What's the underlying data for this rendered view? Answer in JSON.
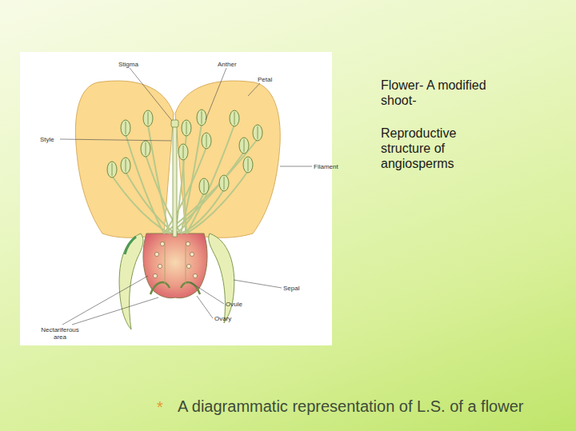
{
  "diagram": {
    "caption": "A diagrammatic representation of L.S. of a flower",
    "labels": [
      "Stigma",
      "Anther",
      "Petal",
      "Style",
      "Filament",
      "Sepal",
      "Ovule",
      "Ovary",
      "Nectariferous area",
      "Flower- A modified shoot-",
      "Reproductive structure of angiosperms",
      "*"
    ]
  }
}
